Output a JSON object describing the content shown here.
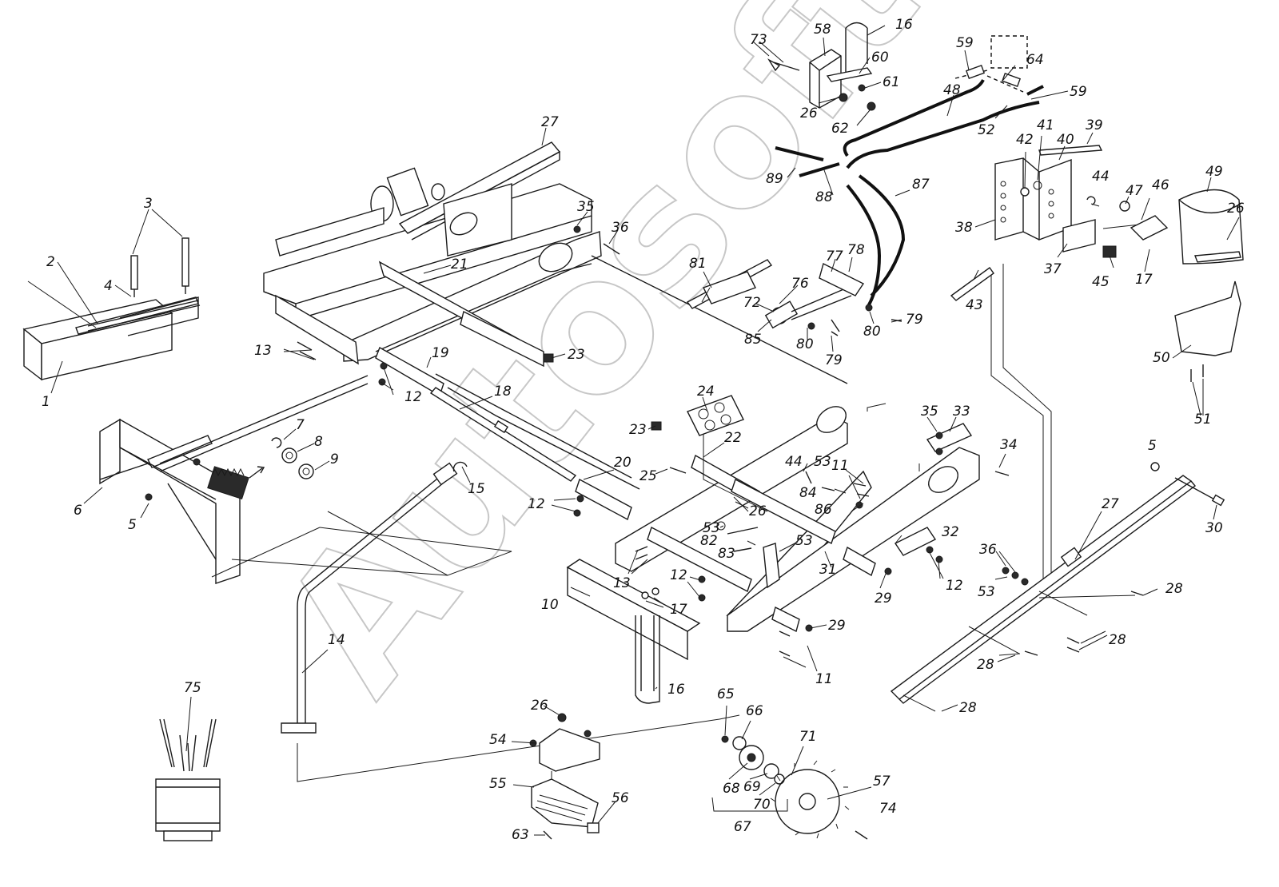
{
  "watermark": "Autosoft",
  "callouts": [
    {
      "id": "c1",
      "text": "1"
    },
    {
      "id": "c2",
      "text": "2"
    },
    {
      "id": "c3",
      "text": "3"
    },
    {
      "id": "c4",
      "text": "4"
    },
    {
      "id": "c5a",
      "text": "5"
    },
    {
      "id": "c5b",
      "text": "5"
    },
    {
      "id": "c6",
      "text": "6"
    },
    {
      "id": "c7",
      "text": "7"
    },
    {
      "id": "c8",
      "text": "8"
    },
    {
      "id": "c9",
      "text": "9"
    },
    {
      "id": "c10",
      "text": "10"
    },
    {
      "id": "c11a",
      "text": "11"
    },
    {
      "id": "c11b",
      "text": "11"
    },
    {
      "id": "c12a",
      "text": "12"
    },
    {
      "id": "c12b",
      "text": "12"
    },
    {
      "id": "c12c",
      "text": "12"
    },
    {
      "id": "c12d",
      "text": "12"
    },
    {
      "id": "c13a",
      "text": "13"
    },
    {
      "id": "c13b",
      "text": "13"
    },
    {
      "id": "c14",
      "text": "14"
    },
    {
      "id": "c15",
      "text": "15"
    },
    {
      "id": "c16a",
      "text": "16"
    },
    {
      "id": "c16b",
      "text": "16"
    },
    {
      "id": "c17a",
      "text": "17"
    },
    {
      "id": "c17b",
      "text": "17"
    },
    {
      "id": "c18",
      "text": "18"
    },
    {
      "id": "c19",
      "text": "19"
    },
    {
      "id": "c20",
      "text": "20"
    },
    {
      "id": "c21",
      "text": "21"
    },
    {
      "id": "c22",
      "text": "22"
    },
    {
      "id": "c23a",
      "text": "23"
    },
    {
      "id": "c23b",
      "text": "23"
    },
    {
      "id": "c24",
      "text": "24"
    },
    {
      "id": "c25",
      "text": "25"
    },
    {
      "id": "c26a",
      "text": "26"
    },
    {
      "id": "c26b",
      "text": "26"
    },
    {
      "id": "c26c",
      "text": "26"
    },
    {
      "id": "c26d",
      "text": "26"
    },
    {
      "id": "c27a",
      "text": "27"
    },
    {
      "id": "c27b",
      "text": "27"
    },
    {
      "id": "c28a",
      "text": "28"
    },
    {
      "id": "c28b",
      "text": "28"
    },
    {
      "id": "c28c",
      "text": "28"
    },
    {
      "id": "c28d",
      "text": "28"
    },
    {
      "id": "c29a",
      "text": "29"
    },
    {
      "id": "c29b",
      "text": "29"
    },
    {
      "id": "c30",
      "text": "30"
    },
    {
      "id": "c31",
      "text": "31"
    },
    {
      "id": "c32",
      "text": "32"
    },
    {
      "id": "c33",
      "text": "33"
    },
    {
      "id": "c34",
      "text": "34"
    },
    {
      "id": "c35a",
      "text": "35"
    },
    {
      "id": "c35b",
      "text": "35"
    },
    {
      "id": "c36a",
      "text": "36"
    },
    {
      "id": "c36b",
      "text": "36"
    },
    {
      "id": "c37",
      "text": "37"
    },
    {
      "id": "c38",
      "text": "38"
    },
    {
      "id": "c39",
      "text": "39"
    },
    {
      "id": "c40",
      "text": "40"
    },
    {
      "id": "c41",
      "text": "41"
    },
    {
      "id": "c42",
      "text": "42"
    },
    {
      "id": "c43",
      "text": "43"
    },
    {
      "id": "c44a",
      "text": "44"
    },
    {
      "id": "c44b",
      "text": "44"
    },
    {
      "id": "c45",
      "text": "45"
    },
    {
      "id": "c46",
      "text": "46"
    },
    {
      "id": "c47",
      "text": "47"
    },
    {
      "id": "c48",
      "text": "48"
    },
    {
      "id": "c49",
      "text": "49"
    },
    {
      "id": "c50",
      "text": "50"
    },
    {
      "id": "c51",
      "text": "51"
    },
    {
      "id": "c52",
      "text": "52"
    },
    {
      "id": "c53a",
      "text": "53"
    },
    {
      "id": "c53b",
      "text": "53"
    },
    {
      "id": "c53c",
      "text": "53"
    },
    {
      "id": "c53d",
      "text": "53"
    },
    {
      "id": "c54",
      "text": "54"
    },
    {
      "id": "c55",
      "text": "55"
    },
    {
      "id": "c56",
      "text": "56"
    },
    {
      "id": "c57",
      "text": "57"
    },
    {
      "id": "c58",
      "text": "58"
    },
    {
      "id": "c59a",
      "text": "59"
    },
    {
      "id": "c59b",
      "text": "59"
    },
    {
      "id": "c60",
      "text": "60"
    },
    {
      "id": "c61",
      "text": "61"
    },
    {
      "id": "c62",
      "text": "62"
    },
    {
      "id": "c63",
      "text": "63"
    },
    {
      "id": "c64",
      "text": "64"
    },
    {
      "id": "c65",
      "text": "65"
    },
    {
      "id": "c66",
      "text": "66"
    },
    {
      "id": "c67",
      "text": "67"
    },
    {
      "id": "c68",
      "text": "68"
    },
    {
      "id": "c69",
      "text": "69"
    },
    {
      "id": "c70",
      "text": "70"
    },
    {
      "id": "c71",
      "text": "71"
    },
    {
      "id": "c72",
      "text": "72"
    },
    {
      "id": "c73",
      "text": "73"
    },
    {
      "id": "c74",
      "text": "74"
    },
    {
      "id": "c75",
      "text": "75"
    },
    {
      "id": "c76",
      "text": "76"
    },
    {
      "id": "c77",
      "text": "77"
    },
    {
      "id": "c78",
      "text": "78"
    },
    {
      "id": "c79a",
      "text": "79"
    },
    {
      "id": "c79b",
      "text": "79"
    },
    {
      "id": "c80a",
      "text": "80"
    },
    {
      "id": "c80b",
      "text": "80"
    },
    {
      "id": "c81",
      "text": "81"
    },
    {
      "id": "c82",
      "text": "82"
    },
    {
      "id": "c83",
      "text": "83"
    },
    {
      "id": "c84",
      "text": "84"
    },
    {
      "id": "c85",
      "text": "85"
    },
    {
      "id": "c86",
      "text": "86"
    },
    {
      "id": "c87",
      "text": "87"
    },
    {
      "id": "c88",
      "text": "88"
    },
    {
      "id": "c89",
      "text": "89"
    }
  ]
}
